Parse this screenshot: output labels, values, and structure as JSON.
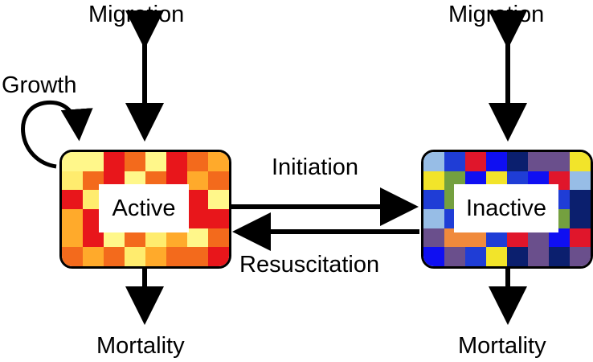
{
  "labels": {
    "migration_left": "Migration",
    "migration_right": "Migration",
    "growth": "Growth",
    "initiation": "Initiation",
    "resuscitation": "Resuscitation",
    "mortality_left": "Mortality",
    "mortality_right": "Mortality"
  },
  "nodes": {
    "active": {
      "label": "Active",
      "palette": [
        "#e8161b",
        "#f36a1c",
        "#ffaa2b",
        "#ffec6e",
        "#fff78a"
      ]
    },
    "inactive": {
      "label": "Inactive",
      "palette": [
        "#1f3dd6",
        "#0f0ff2",
        "#97bde6",
        "#6a4f8c",
        "#f2e42a",
        "#74a03f",
        "#e0162b",
        "#f08a3c",
        "#0b1f6e"
      ]
    }
  },
  "colors": {
    "ink": "#000000",
    "background": "#ffffff"
  }
}
